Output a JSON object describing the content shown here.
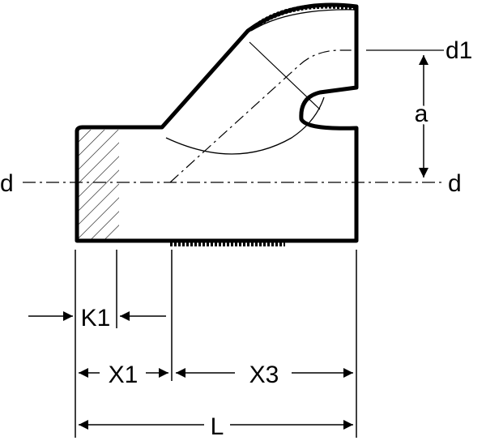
{
  "labels": {
    "d_left": "d",
    "d_right": "d",
    "d1": "d1",
    "a": "a",
    "k1": "K1",
    "x1": "X1",
    "x3": "X3",
    "l": "L"
  },
  "colors": {
    "ink": "#000000",
    "background": "#ffffff"
  }
}
